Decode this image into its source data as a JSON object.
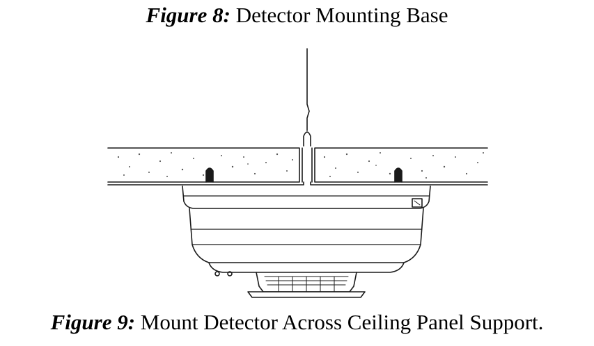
{
  "captions": {
    "top": {
      "label": "Figure 8:",
      "text": " Detector Mounting Base"
    },
    "bottom": {
      "label": "Figure 9:",
      "text": " Mount Detector Across Ceiling Panel Support."
    }
  },
  "figure": {
    "stroke_color": "#1a1a1a",
    "panel_fill": "#ffffff",
    "speckle_color": "#555555"
  }
}
